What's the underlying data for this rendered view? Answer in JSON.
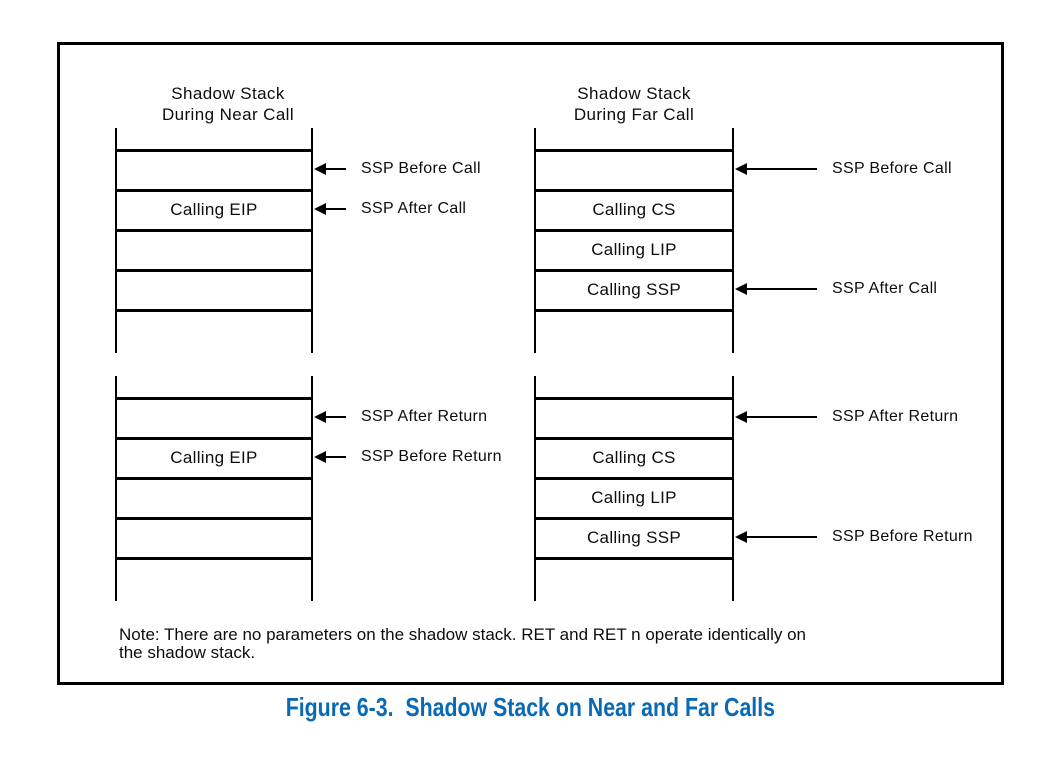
{
  "figure": {
    "border_color": "#000000",
    "line_color": "#000000",
    "note": {
      "line1": "Note: There are no parameters on the shadow stack. RET and RET n operate identically on",
      "line2": "the shadow stack."
    },
    "caption": {
      "text": "Figure 6-3.  Shadow Stack on Near and Far Calls",
      "color": "#0a69b4"
    }
  },
  "stacks": {
    "near_call": {
      "title_line1": "Shadow Stack",
      "title_line2": "During Near Call",
      "cells": [
        "",
        "Calling EIP",
        "",
        ""
      ],
      "arrow1_label": "SSP Before Call",
      "arrow2_label": "SSP After Call"
    },
    "far_call": {
      "title_line1": "Shadow Stack",
      "title_line2": "During Far Call",
      "cells": [
        "",
        "Calling CS",
        "Calling LIP",
        "Calling SSP"
      ],
      "arrow1_label": "SSP Before Call",
      "arrow2_label": "SSP After Call"
    },
    "near_return": {
      "cells": [
        "",
        "Calling EIP",
        "",
        ""
      ],
      "arrow1_label": "SSP After Return",
      "arrow2_label": "SSP Before Return"
    },
    "far_return": {
      "cells": [
        "",
        "Calling CS",
        "Calling LIP",
        "Calling SSP"
      ],
      "arrow1_label": "SSP After Return",
      "arrow2_label": "SSP Before Return"
    }
  }
}
